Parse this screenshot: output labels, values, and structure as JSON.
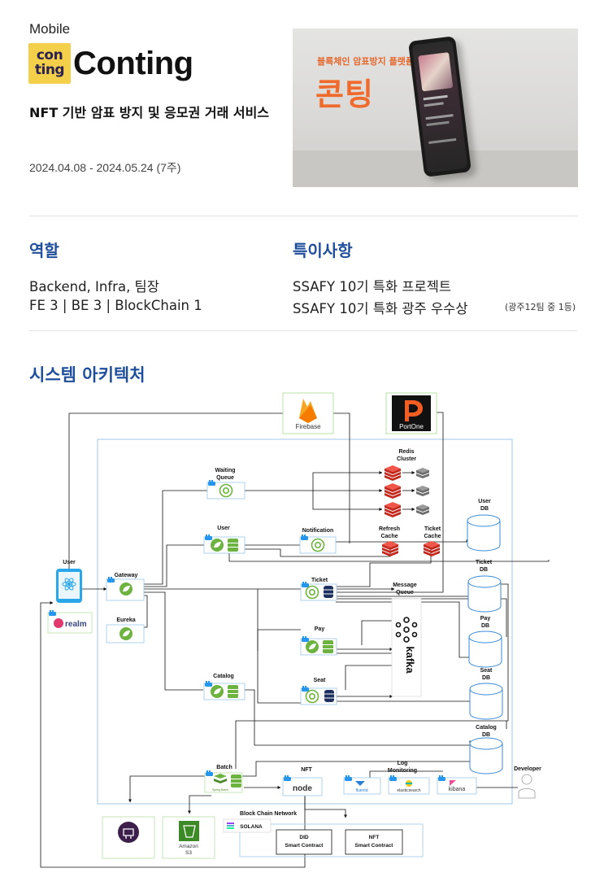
{
  "header": {
    "kicker": "Mobile",
    "logo_text_top": "con",
    "logo_text_bottom": "ting",
    "title": "Conting",
    "subtitle": "NFT 기반 암표 방지 및 응모권 거래 서비스",
    "period": "2024.04.08 - 2024.05.24 (7주)"
  },
  "hero": {
    "small_text": "블록체인 암표방지 플랫폼",
    "big_text": "콘팅"
  },
  "role": {
    "heading": "역할",
    "line1": "Backend, Infra, 팀장",
    "line2": "FE 3 | BE 3 | BlockChain 1"
  },
  "special": {
    "heading": "특이사항",
    "line1": "SSAFY 10기 특화 프로젝트",
    "line2": "SSAFY 10기 특화 광주 우수상",
    "line2_note": "(광주12팀 중 1등)"
  },
  "architecture": {
    "heading": "시스템 아키텍처",
    "nodes": {
      "firebase": "Firebase",
      "portone": "PortOne",
      "redis": [
        "Redis",
        "Cluster"
      ],
      "waiting_queue": [
        "Waiting",
        "Queue"
      ],
      "user_svc": "User",
      "notification": "Notification",
      "refresh_cache": [
        "Refresh",
        "Cache"
      ],
      "ticket_cache": [
        "Ticket",
        "Cache"
      ],
      "user_db": [
        "User",
        "DB"
      ],
      "client_user": "User",
      "gateway": "Gateway",
      "ticket_svc": "Ticket",
      "message_queue": [
        "Message",
        "Queue"
      ],
      "ticket_db": [
        "Ticket",
        "DB"
      ],
      "realm": "realm",
      "eureka": "Eureka",
      "pay_svc": "Pay",
      "kafka": "kafka",
      "pay_db": [
        "Pay",
        "DB"
      ],
      "catalog_svc": "Catalog",
      "seat_svc": "Seat",
      "seat_db": [
        "Seat",
        "DB"
      ],
      "catalog_db": [
        "Catalog",
        "DB"
      ],
      "batch": "Batch",
      "spring_batch": "Spring Batch",
      "nft": "NFT",
      "node": "node",
      "log_monitoring": [
        "Log",
        "Monitoring"
      ],
      "fluentd": "fluentd",
      "elasticsearch": "elasticsearch",
      "kibana": "kibana",
      "developer": "Developer",
      "blockchain_network": "Block Chain Network",
      "solana": "SOLANA",
      "amazon_s3": [
        "Amazon",
        "S3"
      ],
      "did_contract": [
        "DID",
        "Smart Contract"
      ],
      "nft_contract": [
        "NFT",
        "Smart Contract"
      ]
    }
  },
  "colors": {
    "accent": "#1f4e9a",
    "spring": "#6db33f",
    "redis": "#d82c20",
    "hero_orange": "#f06a2c",
    "logo_yellow": "#f4d04a"
  }
}
